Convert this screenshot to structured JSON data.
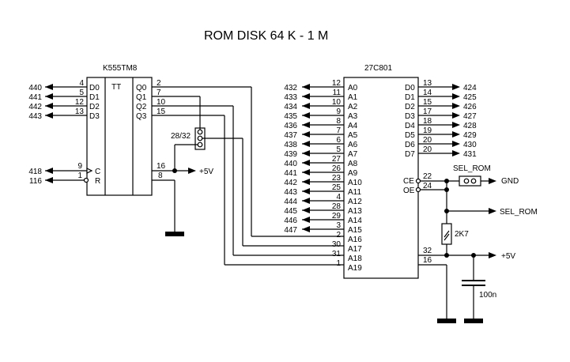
{
  "title": "ROM DISK  64 K - 1 M",
  "ic1": {
    "name": "K555TM8",
    "type_label": "TT",
    "d_pins": [
      {
        "label": "D0",
        "pin": "4",
        "net": "440"
      },
      {
        "label": "D1",
        "pin": "5",
        "net": "441"
      },
      {
        "label": "D2",
        "pin": "12",
        "net": "442"
      },
      {
        "label": "D3",
        "pin": "13",
        "net": "443"
      }
    ],
    "q_pins": [
      {
        "label": "Q0",
        "pin": "2"
      },
      {
        "label": "Q1",
        "pin": "7"
      },
      {
        "label": "Q2",
        "pin": "10"
      },
      {
        "label": "Q3",
        "pin": "15"
      }
    ],
    "c_pin": {
      "label": "C",
      "pin": "9",
      "net": "418"
    },
    "r_pin": {
      "label": "R",
      "pin": "1",
      "net": "116"
    },
    "vcc_pin": "16",
    "gnd_pin": "8",
    "vcc_label": "+5V"
  },
  "jumper": {
    "label": "28/32"
  },
  "ic2": {
    "name": "27C801",
    "a_pins": [
      {
        "label": "A0",
        "pin": "12",
        "net": "432"
      },
      {
        "label": "A1",
        "pin": "11",
        "net": "433"
      },
      {
        "label": "A2",
        "pin": "10",
        "net": "434"
      },
      {
        "label": "A3",
        "pin": "9",
        "net": "435"
      },
      {
        "label": "A4",
        "pin": "8",
        "net": "436"
      },
      {
        "label": "A5",
        "pin": "7",
        "net": "437"
      },
      {
        "label": "A6",
        "pin": "6",
        "net": "438"
      },
      {
        "label": "A7",
        "pin": "5",
        "net": "439"
      },
      {
        "label": "A8",
        "pin": "27",
        "net": "440"
      },
      {
        "label": "A9",
        "pin": "26",
        "net": "441"
      },
      {
        "label": "A10",
        "pin": "23",
        "net": "442"
      },
      {
        "label": "A11",
        "pin": "25",
        "net": "443"
      },
      {
        "label": "A12",
        "pin": "4",
        "net": "444"
      },
      {
        "label": "A13",
        "pin": "28",
        "net": "445"
      },
      {
        "label": "A14",
        "pin": "29",
        "net": "446"
      },
      {
        "label": "A15",
        "pin": "3",
        "net": "447"
      },
      {
        "label": "A16",
        "pin": "2",
        "net": ""
      },
      {
        "label": "A17",
        "pin": "30",
        "net": ""
      },
      {
        "label": "A18",
        "pin": "31",
        "net": ""
      },
      {
        "label": "A19",
        "pin": "1",
        "net": ""
      }
    ],
    "d_pins": [
      {
        "label": "D0",
        "pin": "13",
        "net": "424"
      },
      {
        "label": "D1",
        "pin": "14",
        "net": "425"
      },
      {
        "label": "D2",
        "pin": "15",
        "net": "426"
      },
      {
        "label": "D3",
        "pin": "17",
        "net": "427"
      },
      {
        "label": "D4",
        "pin": "18",
        "net": "428"
      },
      {
        "label": "D5",
        "pin": "19",
        "net": "429"
      },
      {
        "label": "D6",
        "pin": "20",
        "net": "430"
      },
      {
        "label": "D7",
        "pin": "20",
        "net": "431"
      }
    ],
    "ce_pin": {
      "label": "CE",
      "pin": "22"
    },
    "oe_pin": {
      "label": "OE",
      "pin": "24"
    },
    "vcc_pin": "32",
    "gnd_pin": "16"
  },
  "sel_rom_switch": {
    "label": "SEL_ROM",
    "net": "GND"
  },
  "sel_rom_out": "SEL_ROM",
  "resistor": {
    "label": "2K7"
  },
  "capacitor": {
    "label": "100n"
  },
  "vcc_right_label": "+5V"
}
